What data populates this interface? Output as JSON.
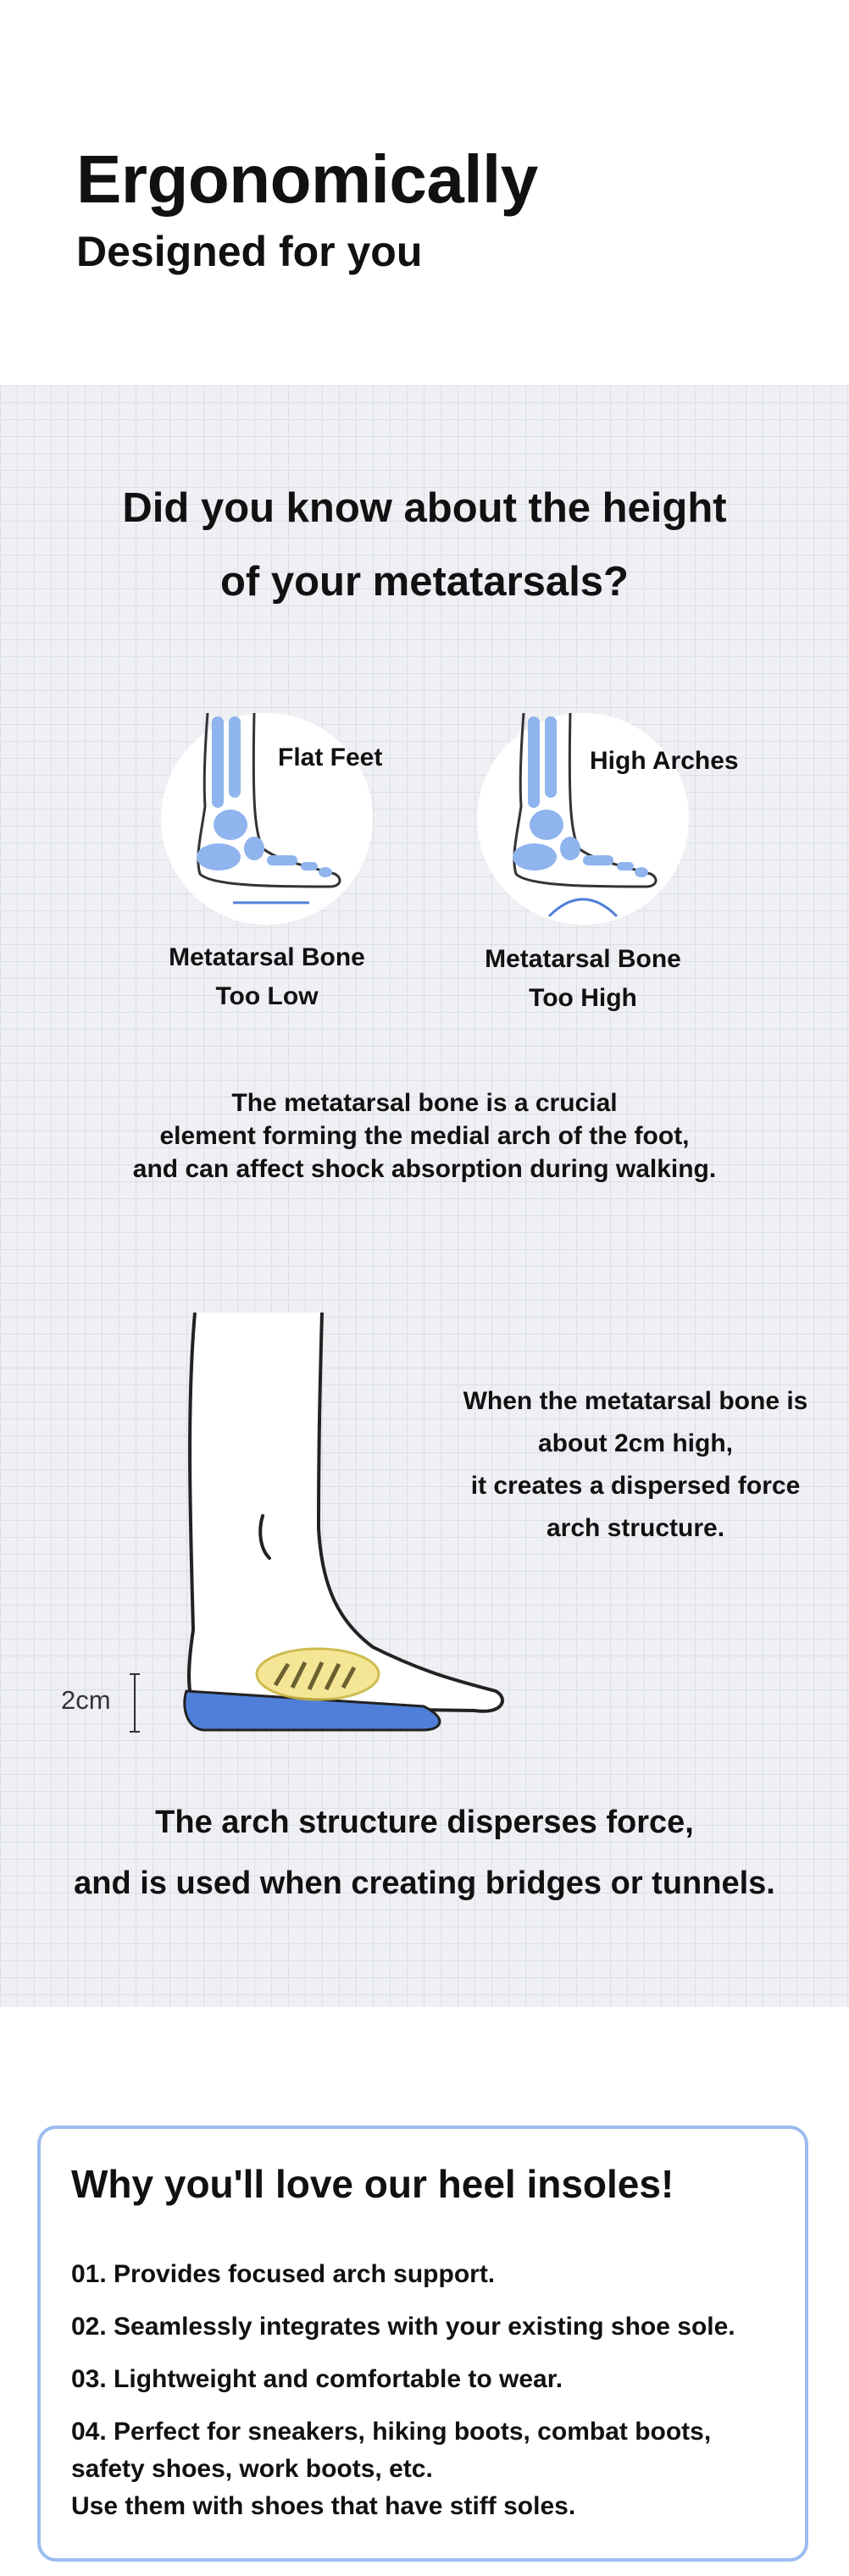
{
  "hero": {
    "title": "Ergonomically",
    "subtitle": "Designed for you"
  },
  "question": {
    "line1": "Did you know about the height",
    "line2": "of your metatarsals?"
  },
  "foot_types": [
    {
      "label": "Flat Feet",
      "caption_line1": "Metatarsal Bone",
      "caption_line2": "Too Low"
    },
    {
      "label": "High Arches",
      "caption_line1": "Metatarsal Bone",
      "caption_line2": "Too High"
    }
  ],
  "explanation": {
    "line1": "The metatarsal bone is a crucial",
    "line2": "element forming the medial arch of the foot,",
    "line3": "and can affect shock absorption during walking."
  },
  "side_note": {
    "line1": "When the metatarsal bone is",
    "line2": "about 2cm high,",
    "line3": "it creates a dispersed force",
    "line4": "arch structure."
  },
  "dimension_label": "2cm",
  "arch_statement": {
    "line1": "The arch structure disperses force,",
    "line2": "and is used when creating bridges or tunnels."
  },
  "benefits": {
    "title": "Why you'll love our heel insoles!",
    "items": [
      {
        "line1": "01. Provides focused arch support."
      },
      {
        "line1": "02. Seamlessly integrates with your existing shoe sole."
      },
      {
        "line1": "03. Lightweight and comfortable to wear."
      },
      {
        "line1": "04. Perfect for sneakers, hiking boots, combat boots,",
        "line2": "safety shoes, work boots, etc.",
        "line3": "Use them with shoes that have stiff soles."
      }
    ]
  },
  "colors": {
    "bone_blue": "#8fb4ee",
    "insole_blue": "#4f7fd8",
    "arch_yellow": "#f3e48a",
    "grid_background": "#eef0f4",
    "card_border": "#9cbcf0"
  }
}
